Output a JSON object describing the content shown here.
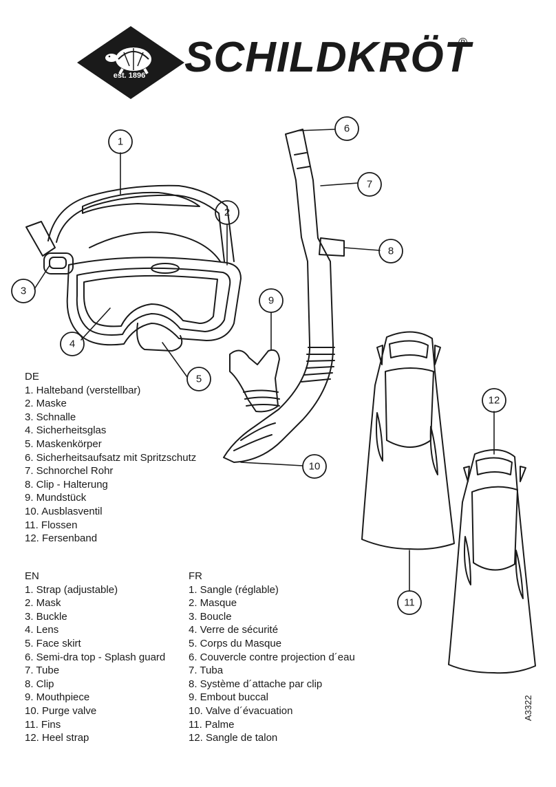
{
  "brand": {
    "name": "SCHILDKRÖT",
    "registered": "®",
    "established": "est. 1896"
  },
  "callouts": [
    "1",
    "2",
    "3",
    "4",
    "5",
    "6",
    "7",
    "8",
    "9",
    "10",
    "11",
    "12"
  ],
  "legend": {
    "de": {
      "heading": "DE",
      "items": [
        "1. Halteband (verstellbar)",
        "2. Maske",
        "3. Schnalle",
        "4. Sicherheitsglas",
        "5. Maskenkörper",
        "6. Sicherheitsaufsatz mit Spritzschutz",
        "7. Schnorchel Rohr",
        "8. Clip - Halterung",
        "9. Mundstück",
        "10. Ausblasventil",
        "11. Flossen",
        "12. Fersenband"
      ]
    },
    "en": {
      "heading": "EN",
      "items": [
        "1. Strap (adjustable)",
        "2. Mask",
        "3. Buckle",
        "4. Lens",
        "5. Face skirt",
        "6. Semi-dra top - Splash guard",
        "7. Tube",
        "8. Clip",
        "9. Mouthpiece",
        "10. Purge valve",
        "11. Fins",
        "12. Heel strap"
      ]
    },
    "fr": {
      "heading": "FR",
      "items": [
        "1. Sangle (réglable)",
        "2. Masque",
        "3. Boucle",
        "4. Verre de sécurité",
        "5. Corps du Masque",
        "6. Couvercle contre projection d´eau",
        "7. Tuba",
        "8. Système d´attache par clip",
        "9. Embout buccal",
        "10. Valve d´évacuation",
        "11. Palme",
        "12. Sangle de talon"
      ]
    }
  },
  "article_code": "A3322"
}
